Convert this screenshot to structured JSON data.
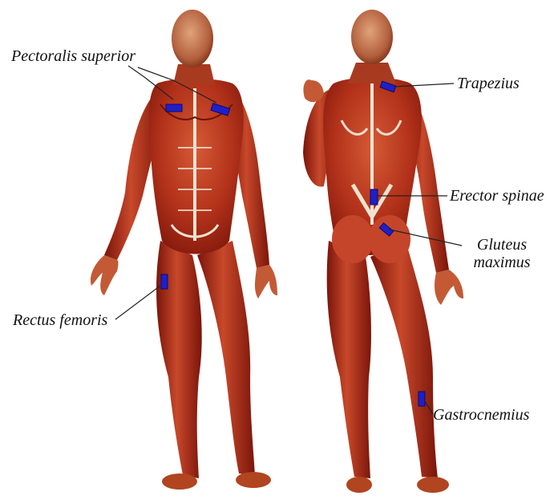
{
  "labels": {
    "pectoralis": "Pectoralis superior",
    "rectus": "Rectus femoris",
    "trapezius": "Trapezius",
    "erector": "Erector spinae",
    "gluteus": "Gluteus maximus",
    "gastrocnemius": "Gastrocnemius"
  },
  "colors": {
    "muscle_dark": "#8a1a0c",
    "muscle_mid": "#b3321a",
    "muscle_light": "#d55a36",
    "tendon": "#efe2d0",
    "skin_head": "#c8845c",
    "sensor": "#1f1fc8",
    "sensor_edge": "#0a0a6e",
    "leader_line": "#222222"
  },
  "figures": [
    "front-view-body",
    "back-view-body"
  ],
  "sensor_icon": "emg-electrode-icon"
}
